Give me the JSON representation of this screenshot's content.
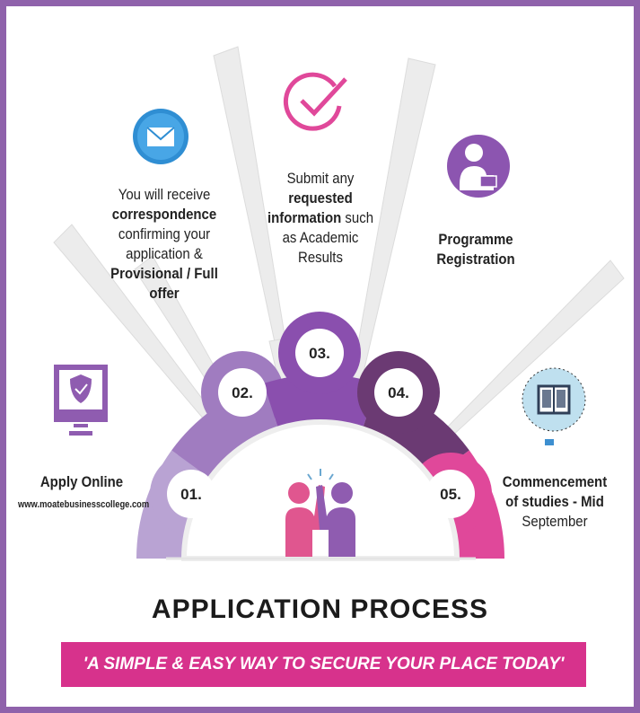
{
  "title": "APPLICATION PROCESS",
  "tagline": "'A SIMPLE & EASY WAY TO SECURE YOUR PLACE TODAY'",
  "colors": {
    "frame": "#8f62ab",
    "banner": "#d7328c",
    "step1": "#b9a3d3",
    "step2": "#a07cc0",
    "step3": "#8a4fae",
    "step4": "#6b3a73",
    "step5": "#e0489a"
  },
  "steps": [
    {
      "number": "01.",
      "line1": "Apply Online",
      "url": "www.moatebusinesscollege.com",
      "icon": "monitor-shield-icon"
    },
    {
      "number": "02.",
      "l1": "You will receive",
      "l2": "correspondence",
      "l3": "confirming your",
      "l4": "application &",
      "l5": "Provisional / Full",
      "l6": "offer",
      "icon": "envelope-icon"
    },
    {
      "number": "03.",
      "l1": "Submit any",
      "l2": "requested",
      "l3": "information",
      "l3b": " such",
      "l4": "as Academic",
      "l5": "Results",
      "icon": "checkmark-icon"
    },
    {
      "number": "04.",
      "l1": "Programme",
      "l2": "Registration",
      "icon": "person-computer-icon"
    },
    {
      "number": "05.",
      "l1": "Commencement",
      "l2": "of studies - Mid",
      "l3": "September",
      "icon": "book-icon"
    }
  ]
}
